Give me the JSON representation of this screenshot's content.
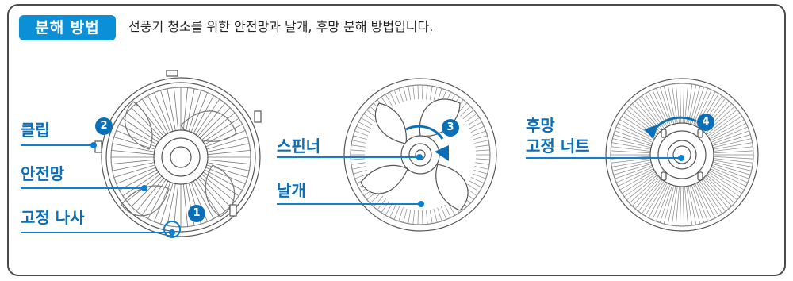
{
  "header": {
    "badge": "분해 방법",
    "description": "선풍기 청소를 위한 안전망과 날개, 후망 분해 방법입니다."
  },
  "figure1": {
    "labels": {
      "clip": "클립",
      "guard": "안전망",
      "screw": "고정 나사"
    },
    "steps": {
      "step1": "1",
      "step2": "2"
    }
  },
  "figure2": {
    "labels": {
      "spinner": "스핀너",
      "blade": "날개"
    },
    "steps": {
      "step3": "3"
    }
  },
  "figure3": {
    "labels": {
      "rear_guard_line1": "후망",
      "rear_guard_line2": "고정 너트"
    },
    "steps": {
      "step4": "4"
    }
  },
  "colors": {
    "accent": "#0b8fd6",
    "label": "#0b6fb8",
    "outline": "#4a4a4a"
  }
}
